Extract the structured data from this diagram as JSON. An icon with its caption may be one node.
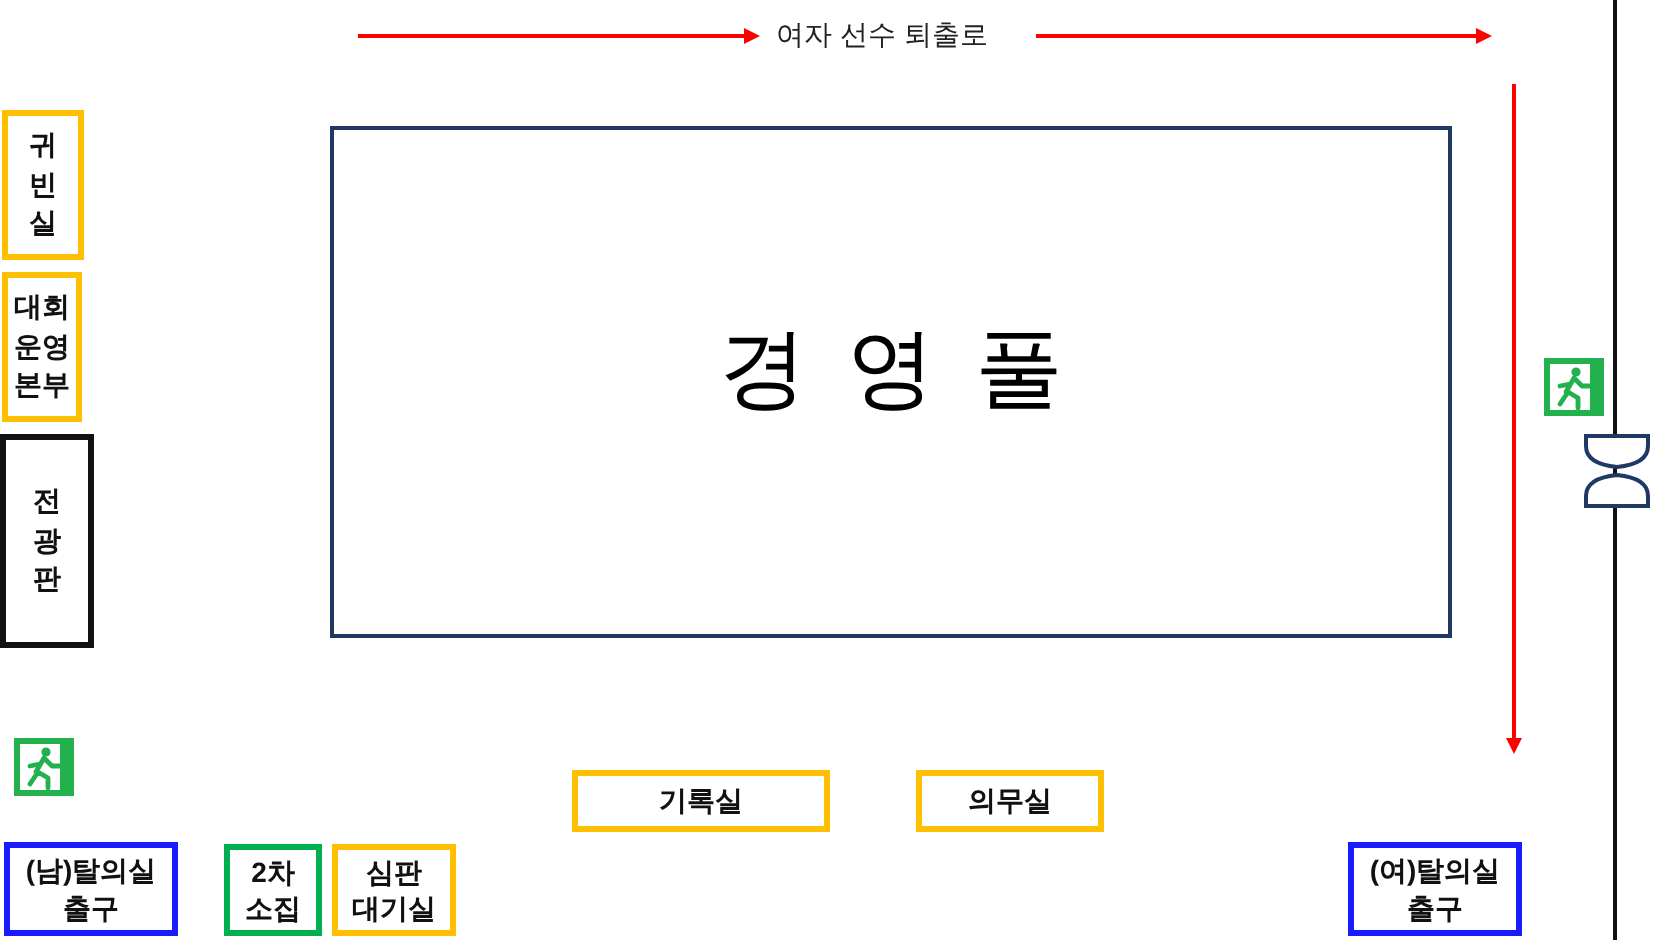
{
  "diagram": {
    "nodes": [
      {
        "text": [
          "귀빈실"
        ]
      },
      {
        "text": [
          "대회운영본부"
        ]
      },
      {
        "text": [
          "전광판"
        ]
      },
      {
        "text": [
          "경 영 풀"
        ]
      },
      {
        "text": [
          "기록실"
        ]
      },
      {
        "text": [
          "의무실"
        ]
      },
      {
        "text": [
          "(남)탈의실 출구"
        ]
      },
      {
        "text": [
          "2차 소집"
        ]
      },
      {
        "text": [
          "심판 대기실"
        ]
      },
      {
        "text": [
          "(여)탈의실 출구"
        ]
      }
    ],
    "labels": [
      "여자 선수 퇴출로"
    ]
  }
}
